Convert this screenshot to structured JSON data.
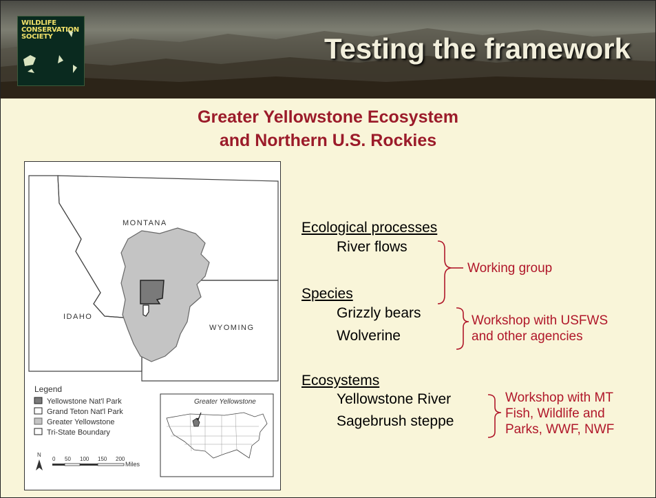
{
  "header": {
    "title": "Testing the framework",
    "logo": {
      "line1": "WILDLIFE",
      "line2": "CONSERVATION",
      "line3": "SOCIETY"
    }
  },
  "subtitle": {
    "line1": "Greater Yellowstone Ecosystem",
    "line2": "and Northern U.S. Rockies"
  },
  "map": {
    "states": {
      "montana": "MONTANA",
      "idaho": "IDAHO",
      "wyoming": "WYOMING"
    },
    "inset_label": "Greater Yellowstone",
    "legend": {
      "title": "Legend",
      "items": [
        "Yellowstone Nat'l Park",
        "Grand Teton Nat'l Park",
        "Greater Yellowstone",
        "Tri-State Boundary"
      ]
    },
    "scale": {
      "north": "N",
      "ticks": [
        "0",
        "50",
        "100",
        "150",
        "200"
      ],
      "unit": "Miles"
    },
    "colors": {
      "yellowstone": "#7a7a7a",
      "greater_yellowstone": "#c4c4c4",
      "grand_teton": "#ffffff"
    }
  },
  "sections": {
    "ecological": {
      "heading": "Ecological processes",
      "items": [
        "River flows"
      ]
    },
    "species": {
      "heading": "Species",
      "items": [
        "Grizzly bears",
        "Wolverine"
      ]
    },
    "ecosystems": {
      "heading": "Ecosystems",
      "items": [
        "Yellowstone River",
        "Sagebrush steppe"
      ]
    }
  },
  "annotations": {
    "working_group": "Working group",
    "usfws": [
      "Workshop with USFWS",
      "and other agencies"
    ],
    "mt": [
      "Workshop with MT",
      "Fish, Wildlife and",
      "Parks, WWF, NWF"
    ]
  },
  "colors": {
    "accent": "#9b1b2a",
    "annotation": "#b0172a",
    "background": "#f9f5d9"
  }
}
